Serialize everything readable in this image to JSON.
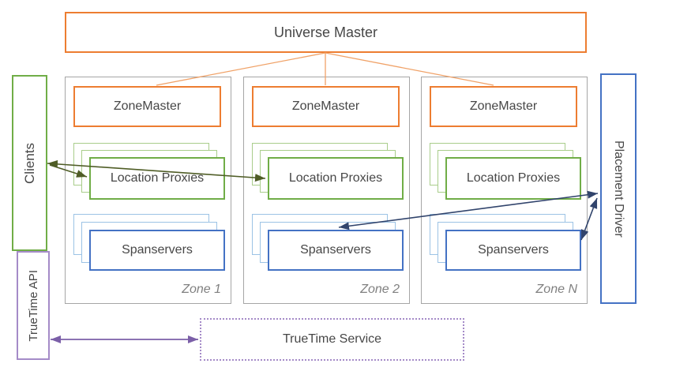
{
  "universe_master": {
    "label": "Universe Master"
  },
  "zones": [
    {
      "zone_master": "ZoneMaster",
      "location_proxies": "Location Proxies",
      "spanservers": "Spanservers",
      "zone_label": "Zone 1"
    },
    {
      "zone_master": "ZoneMaster",
      "location_proxies": "Location Proxies",
      "spanservers": "Spanservers",
      "zone_label": "Zone 2"
    },
    {
      "zone_master": "ZoneMaster",
      "location_proxies": "Location Proxies",
      "spanservers": "Spanservers",
      "zone_label": "Zone N"
    }
  ],
  "clients": {
    "label": "Clients"
  },
  "truetime_api": {
    "label": "TrueTime API"
  },
  "placement_driver": {
    "label": "Placement Driver"
  },
  "truetime_service": {
    "label": "TrueTime Service"
  },
  "connections": [
    {
      "from": "Universe Master",
      "to": "ZoneMaster (Zone 1)",
      "style": "orange line"
    },
    {
      "from": "Universe Master",
      "to": "ZoneMaster (Zone 2)",
      "style": "orange line"
    },
    {
      "from": "Universe Master",
      "to": "ZoneMaster (Zone N)",
      "style": "orange line"
    },
    {
      "from": "Clients",
      "to": "Location Proxies (Zone 1)",
      "style": "dark-olive arrow"
    },
    {
      "from": "Clients",
      "to": "Location Proxies (Zone 2)",
      "style": "dark-olive double arrow"
    },
    {
      "from": "Placement Driver",
      "to": "Spanservers (Zone 2)",
      "style": "navy double arrow"
    },
    {
      "from": "Placement Driver",
      "to": "Spanservers (Zone N)",
      "style": "navy double arrow"
    },
    {
      "from": "TrueTime API",
      "to": "TrueTime Service",
      "style": "purple double arrow"
    }
  ],
  "colors": {
    "orange": "#ED7D31",
    "orange_line": "#F0A268",
    "green": "#70AD47",
    "green_light": "#A9CD8B",
    "blue": "#4472C4",
    "blue_light": "#9CC3E5",
    "gray_border": "#A6A6A6",
    "navy_arrow": "#31446C",
    "olive_arrow": "#4F5D26",
    "purple_border": "#A58BC8",
    "purple_arrow": "#7B5FA8",
    "text": "#474747",
    "zone_label_gray": "#808080"
  }
}
